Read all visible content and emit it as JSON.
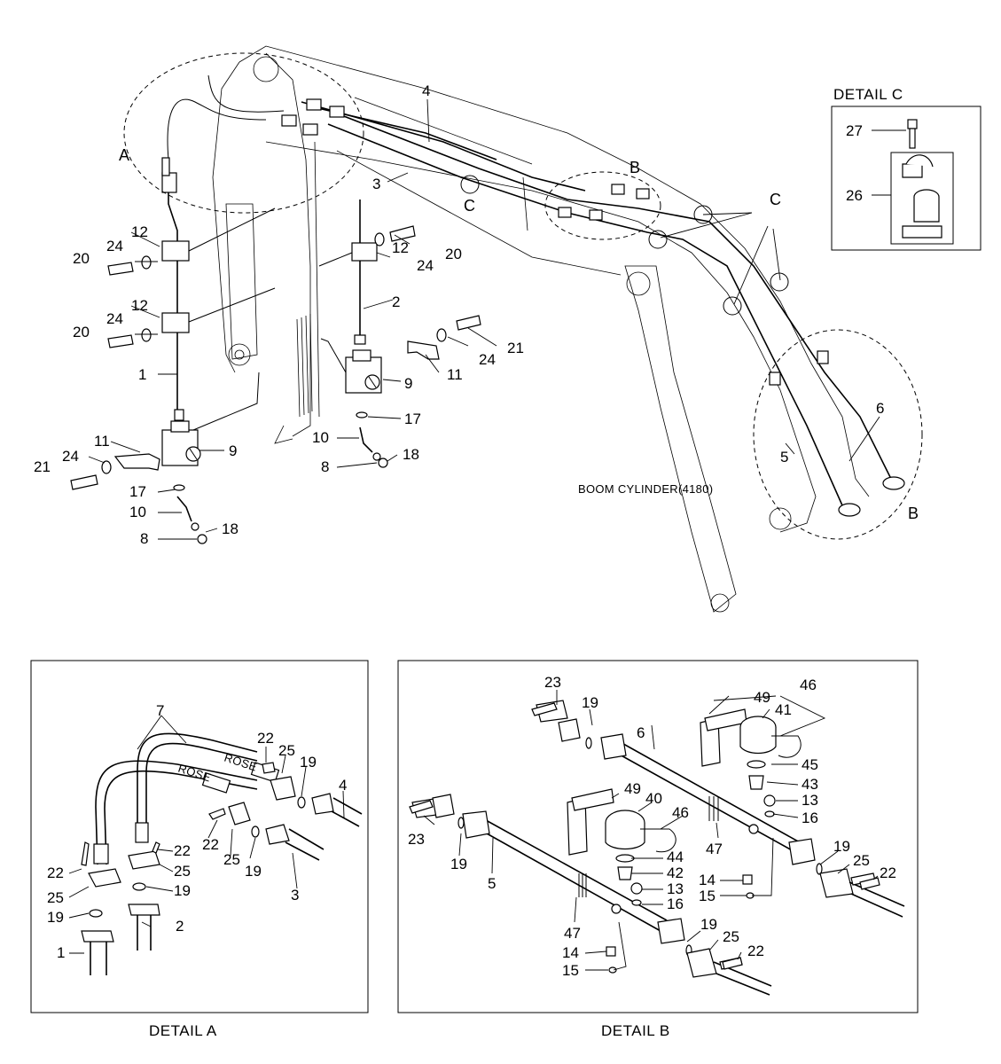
{
  "callouts": {
    "A": "A",
    "B": "B",
    "C": "C",
    "detail_c_title": "DETAIL  C",
    "detail_a_caption": "DETAIL A",
    "detail_b_caption": "DETAIL B",
    "boom_cylinder": "BOOM CYLINDER(4180)"
  },
  "parts": {
    "p1": "1",
    "p2": "2",
    "p3": "3",
    "p4": "4",
    "p5": "5",
    "p6": "6",
    "p7": "7",
    "p8": "8",
    "p9": "9",
    "p10": "10",
    "p11": "11",
    "p12": "12",
    "p13": "13",
    "p14": "14",
    "p15": "15",
    "p16": "16",
    "p17": "17",
    "p18": "18",
    "p19": "19",
    "p20": "20",
    "p21": "21",
    "p22": "22",
    "p23": "23",
    "p24": "24",
    "p25": "25",
    "p26": "26",
    "p27": "27",
    "p40": "40",
    "p41": "41",
    "p42": "42",
    "p43": "43",
    "p44": "44",
    "p45": "45",
    "p46": "46",
    "p47": "47",
    "p49": "49"
  },
  "hose_marking": "ROSE"
}
